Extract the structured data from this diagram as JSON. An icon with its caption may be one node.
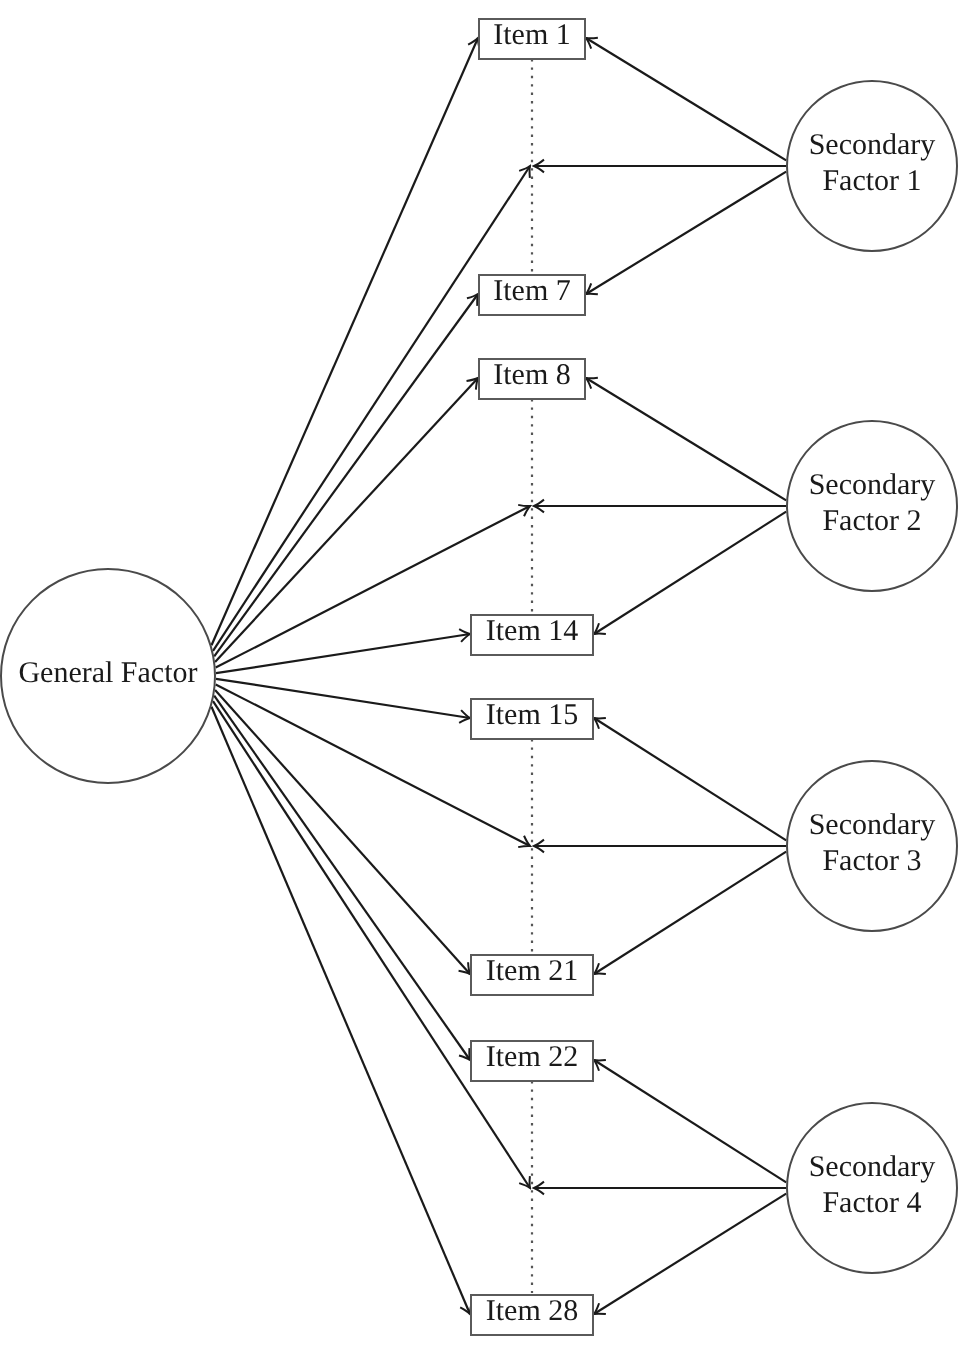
{
  "diagram": {
    "nodes": [
      {
        "text": [
          "General Factor"
        ]
      },
      {
        "text": [
          "Item 1"
        ]
      },
      {
        "text": [
          "Item 7"
        ]
      },
      {
        "text": [
          "Item 8"
        ]
      },
      {
        "text": [
          "Item 14"
        ]
      },
      {
        "text": [
          "Item 15"
        ]
      },
      {
        "text": [
          "Item 21"
        ]
      },
      {
        "text": [
          "Item 22"
        ]
      },
      {
        "text": [
          "Item 28"
        ]
      },
      {
        "text": [
          "Secondary Factor 1"
        ]
      },
      {
        "text": [
          "Secondary Factor 2"
        ]
      },
      {
        "text": [
          "Secondary Factor 3"
        ]
      },
      {
        "text": [
          "Secondary Factor 4"
        ]
      }
    ],
    "edges": [
      {
        "from": 0,
        "to": 1,
        "arrow": "to"
      },
      {
        "from": 0,
        "to": null,
        "arrow": "to"
      },
      {
        "from": 0,
        "to": 2,
        "arrow": "to"
      },
      {
        "from": 9,
        "to": 1,
        "arrow": "to"
      },
      {
        "from": 9,
        "to": null,
        "arrow": "to"
      },
      {
        "from": 9,
        "to": 2,
        "arrow": "to"
      },
      {
        "from": 1,
        "to": 2,
        "arrow": "none",
        "style": "dashed"
      },
      {
        "from": 0,
        "to": 3,
        "arrow": "to"
      },
      {
        "from": 0,
        "to": null,
        "arrow": "to"
      },
      {
        "from": 0,
        "to": 4,
        "arrow": "to"
      },
      {
        "from": 10,
        "to": 3,
        "arrow": "to"
      },
      {
        "from": 10,
        "to": null,
        "arrow": "to"
      },
      {
        "from": 10,
        "to": 4,
        "arrow": "to"
      },
      {
        "from": 3,
        "to": 4,
        "arrow": "none",
        "style": "dashed"
      },
      {
        "from": 0,
        "to": 5,
        "arrow": "to"
      },
      {
        "from": 0,
        "to": null,
        "arrow": "to"
      },
      {
        "from": 0,
        "to": 6,
        "arrow": "to"
      },
      {
        "from": 11,
        "to": 5,
        "arrow": "to"
      },
      {
        "from": 11,
        "to": null,
        "arrow": "to"
      },
      {
        "from": 11,
        "to": 6,
        "arrow": "to"
      },
      {
        "from": 5,
        "to": 6,
        "arrow": "none",
        "style": "dashed"
      },
      {
        "from": 0,
        "to": 7,
        "arrow": "to"
      },
      {
        "from": 0,
        "to": null,
        "arrow": "to"
      },
      {
        "from": 0,
        "to": 8,
        "arrow": "to"
      },
      {
        "from": 12,
        "to": 7,
        "arrow": "to"
      },
      {
        "from": 12,
        "to": null,
        "arrow": "to"
      },
      {
        "from": 12,
        "to": 8,
        "arrow": "to"
      },
      {
        "from": 7,
        "to": 8,
        "arrow": "none",
        "style": "dashed"
      }
    ]
  }
}
